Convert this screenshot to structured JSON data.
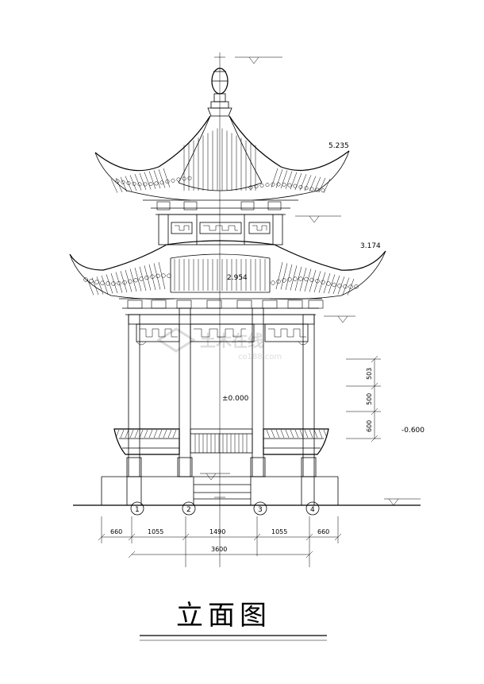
{
  "elevations": {
    "top": "5.235",
    "middle": "3.174",
    "inner": "2.954",
    "ground": "±0.000",
    "base": "-0.600"
  },
  "vertical_dims": [
    "503",
    "500",
    "600"
  ],
  "axis_labels": [
    "1",
    "2",
    "3",
    "4"
  ],
  "horizontal_dims": [
    "660",
    "1055",
    "1490",
    "1055",
    "660"
  ],
  "total_dim": "3600",
  "title": "立面图",
  "watermark": {
    "main": "土木在线",
    "sub": "co188.com"
  }
}
